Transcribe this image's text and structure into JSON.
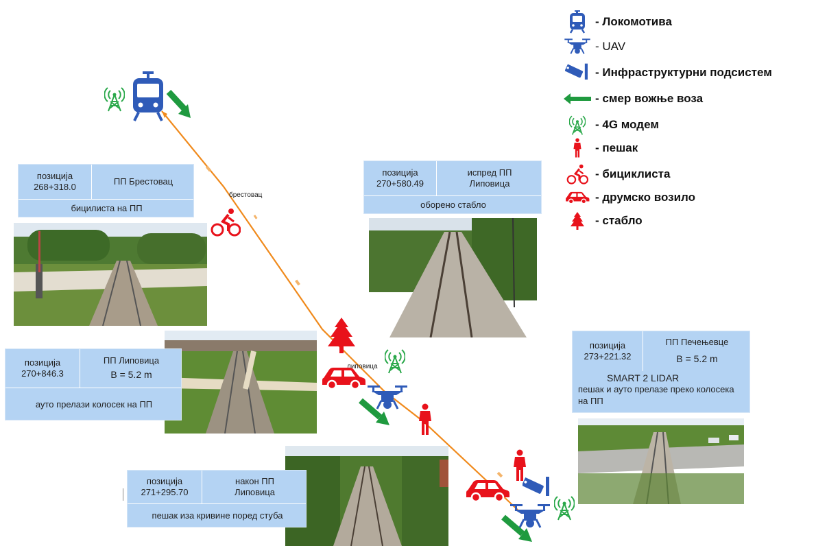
{
  "legend": {
    "items": [
      {
        "icon": "train-icon",
        "text": "- Локомотива"
      },
      {
        "icon": "drone-icon",
        "text": "- UAV"
      },
      {
        "icon": "camera-icon",
        "text": "- Инфраструктурни подсистем"
      },
      {
        "icon": "green-arrow-icon",
        "text": "- смер вожње воза"
      },
      {
        "icon": "antenna-icon",
        "text": "- 4G модем"
      },
      {
        "icon": "pedestrian-icon",
        "text": "- пешак"
      },
      {
        "icon": "bicycle-icon",
        "text": "- бициклиста"
      },
      {
        "icon": "car-icon",
        "text": "- друмско возило"
      },
      {
        "icon": "tree-icon",
        "text": "- стабло"
      }
    ]
  },
  "map": {
    "labels": [
      "брестовац",
      "липовица"
    ]
  },
  "cards": {
    "brestovac": {
      "pos_label": "позиција",
      "pos_value": "268+318.0",
      "place": "ПП Брестовац",
      "desc": "бицилиста на ПП"
    },
    "lipovica_front": {
      "pos_label": "позиција",
      "pos_value": "270+580.49",
      "place_line1": "испред ПП",
      "place_line2": "Липовица",
      "desc": "оборено стабло"
    },
    "lipovica": {
      "pos_label": "позиција",
      "pos_value": "270+846.3",
      "place": "ПП Липовица",
      "width": "B = 5.2 m",
      "desc": "ауто прелази колосек на ПП"
    },
    "pecenjevce": {
      "pos_label": "позиција",
      "pos_value": "273+221.32",
      "place": "ПП Печењевце",
      "width": "B = 5.2 m",
      "system": "SMART 2  LIDAR",
      "desc": "пешак и ауто прелазе преко колосека на ПП"
    },
    "after_lipovica": {
      "pos_label": "позиција",
      "pos_value": "271+295.70",
      "place_line1": "након ПП",
      "place_line2": "Липовица",
      "desc": "пешак иза кривине поред стуба"
    }
  },
  "colors": {
    "train_blue": "#2f5bb8",
    "alert_red": "#e8121b",
    "arrow_green": "#1f9a3f",
    "antenna_green": "#2aa84a",
    "route_orange": "#f08a1c",
    "card_blue": "#b4d3f3"
  }
}
